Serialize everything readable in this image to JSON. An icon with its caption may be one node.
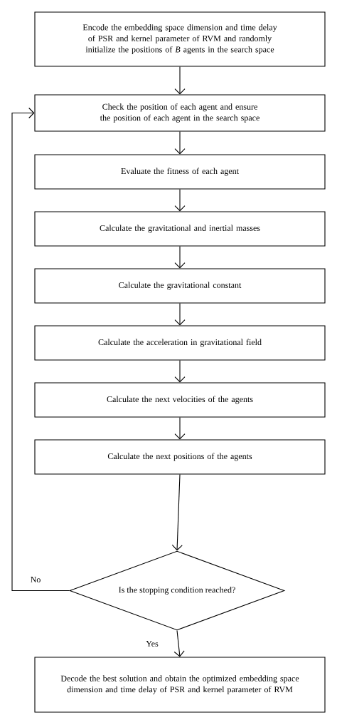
{
  "diagram": {
    "nodes": [
      {
        "text": [
          "Encode the embedding space dimension and time delay of PSR and kernel parameter of RVM and randomly initialize the positions of *B* agents in the search space"
        ]
      },
      {
        "text": [
          "Check the position of each agent and ensure the position of each agent in the search space"
        ]
      },
      {
        "text": [
          "Evaluate the fitness of each agent"
        ]
      },
      {
        "text": [
          "Calculate the gravitational and inertial masses"
        ]
      },
      {
        "text": [
          "Calculate the gravitational constant"
        ]
      },
      {
        "text": [
          "Calculate the acceleration in gravitational field"
        ]
      },
      {
        "text": [
          "Calculate the next velocities of the agents"
        ]
      },
      {
        "text": [
          "Calculate the next positions of the agents"
        ]
      },
      {
        "text": [
          "Is the stopping condition reached?"
        ]
      },
      {
        "text": [
          "Decode the best solution and obtain the optimized embedding space dimension and time delay of PSR and kernel parameter of RVM"
        ]
      }
    ],
    "edges": [
      {
        "from": 0,
        "to": 1,
        "arrow": "to"
      },
      {
        "from": 1,
        "to": 2,
        "arrow": "to"
      },
      {
        "from": 2,
        "to": 3,
        "arrow": "to"
      },
      {
        "from": 3,
        "to": 4,
        "arrow": "to"
      },
      {
        "from": 4,
        "to": 5,
        "arrow": "to"
      },
      {
        "from": 5,
        "to": 6,
        "arrow": "to"
      },
      {
        "from": 6,
        "to": 7,
        "arrow": "to"
      },
      {
        "from": 7,
        "to": 8,
        "arrow": "to"
      },
      {
        "from": 8,
        "to": 9,
        "arrow": "to",
        "label": "Yes"
      },
      {
        "from": 8,
        "to": 1,
        "arrow": "to",
        "label": "No"
      }
    ]
  }
}
